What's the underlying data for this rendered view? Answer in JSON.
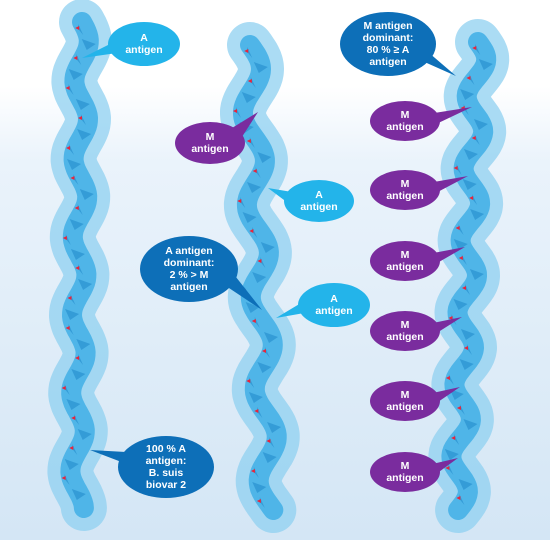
{
  "colors": {
    "glow": "#8fd0f0",
    "chain": "#4fb5e8",
    "chain_dark": "#1f86c9",
    "link": "#e8243c",
    "bubble_light": "#23b4ea",
    "bubble_dark": "#0d6fb8",
    "bubble_purple": "#7a2c9e"
  },
  "labels": {
    "a_antigen_top": "A\nantigen",
    "m_antigen_dominant": "M antigen\ndominant:\n80 % ≥ A\nantigen",
    "m_antigen_mid": "M\nantigen",
    "a_antigen_mid": "A\nantigen",
    "a_antigen_dominant": "A antigen\ndominant:\n2 % > M\nantigen",
    "a_antigen_lower": "A\nantigen",
    "b_suis": "100 % A\nantigen:\nB. suis\nbiovar 2",
    "m_list": [
      "M\nantigen",
      "M\nantigen",
      "M\nantigen",
      "M\nantigen",
      "M\nantigen",
      "M\nantigen"
    ]
  }
}
